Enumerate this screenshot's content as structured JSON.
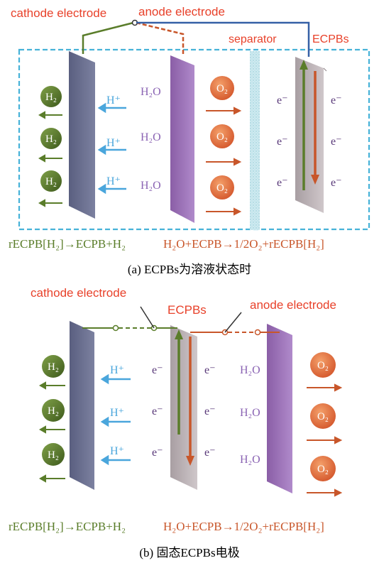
{
  "colors": {
    "red_label": "#e8412a",
    "green": "#5a7d2a",
    "orange": "#c8562a",
    "blue_arrow": "#4aa6dc",
    "purple_text": "#8a63b3",
    "dark_text": "#5a3a7a",
    "cathode_plate": "#676c8c",
    "anode_plate": "#9b6fb5",
    "ecpb_plate": "#b8adb0",
    "separator": "#bfe3ec",
    "dashed_box": "#47b2d8"
  },
  "panel_a": {
    "cathode_label": "cathode electrode",
    "anode_label": "anode electrode",
    "separator_label": "separator",
    "ecpbs_label": "ECPBs",
    "h2_bubbles": [
      "H₂",
      "H₂",
      "H₂"
    ],
    "hplus": [
      "H⁺",
      "H⁺",
      "H⁺"
    ],
    "h2o": [
      "H₂O",
      "H₂O",
      "H₂O"
    ],
    "o2_bubbles": [
      "O₂",
      "O₂",
      "O₂"
    ],
    "electrons_left": [
      "e⁻",
      "e⁻",
      "e⁻"
    ],
    "electrons_right": [
      "e⁻",
      "e⁻",
      "e⁻"
    ],
    "reaction_left": "rECPB[H₂]→ECPB+H₂",
    "reaction_right": "H₂O+ECPB→1/2O₂+rECPB[H₂]",
    "caption": "(a) ECPBs为溶液状态时"
  },
  "panel_b": {
    "cathode_label": "cathode electrode",
    "ecpbs_label": "ECPBs",
    "anode_label": "anode electrode",
    "h2_bubbles": [
      "H₂",
      "H₂",
      "H₂"
    ],
    "hplus": [
      "H⁺",
      "H⁺",
      "H⁺"
    ],
    "electrons_left": [
      "e⁻",
      "e⁻",
      "e⁻"
    ],
    "electrons_right": [
      "e⁻",
      "e⁻",
      "e⁻"
    ],
    "h2o": [
      "H₂O",
      "H₂O",
      "H₂O"
    ],
    "o2_bubbles": [
      "O₂",
      "O₂",
      "O₂"
    ],
    "reaction_left": "rECPB[H₂]→ECPB+H₂",
    "reaction_right": "H₂O+ECPB→1/2O₂+rECPB[H₂]",
    "caption": "(b) 固态ECPBs电极"
  }
}
